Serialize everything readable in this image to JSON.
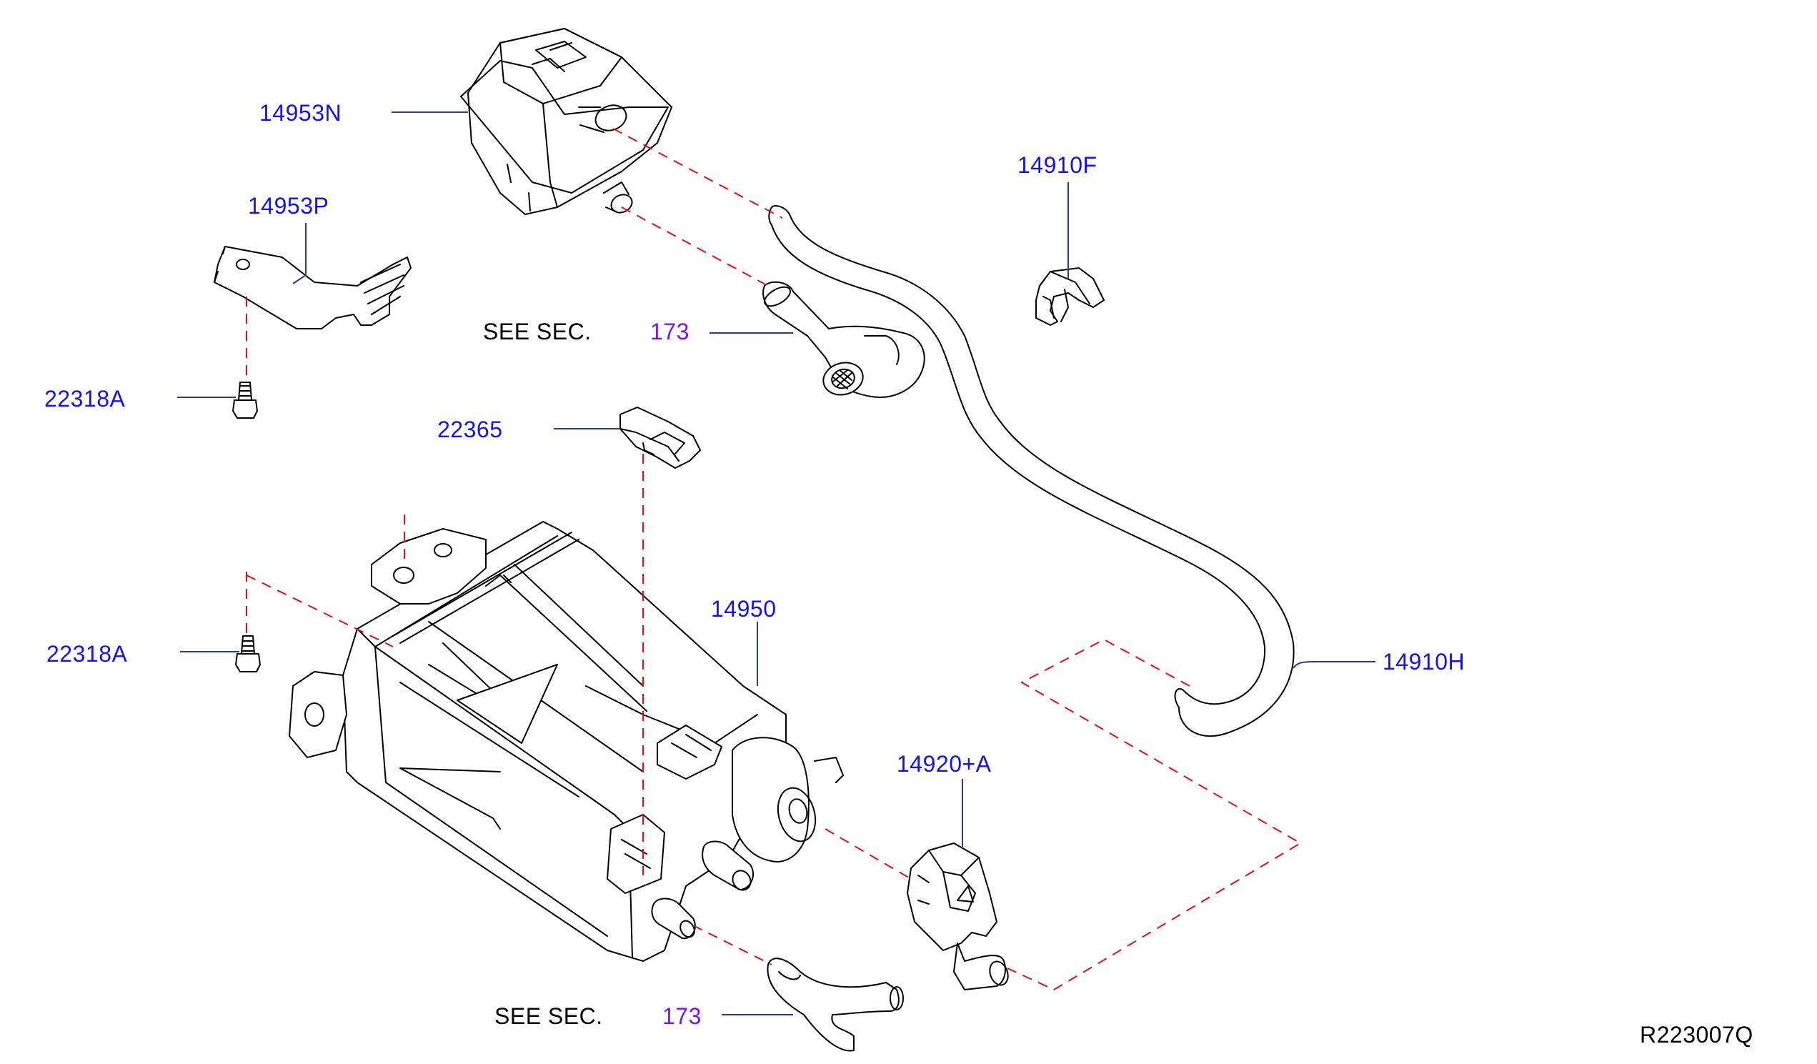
{
  "diagram": {
    "colors": {
      "part_label": "#1414e6",
      "section_link": "#7a1ad6",
      "leader": "#2a3a8c",
      "dashed": "#e01010",
      "outline": "#000000"
    },
    "labels": {
      "p14953N": "14953N",
      "p14953P": "14953P",
      "p14910F": "14910F",
      "p22318A_top": "22318A",
      "p22365": "22365",
      "p14950": "14950",
      "p22318A_bottom": "22318A",
      "p14910H": "14910H",
      "p14920A": "14920+A"
    },
    "see_sec": {
      "text": "SEE   SEC.",
      "section": "173"
    },
    "see_sec_bottom": {
      "text": "SEE   SEC.",
      "section": "173"
    },
    "reference_code": "R223007Q"
  }
}
